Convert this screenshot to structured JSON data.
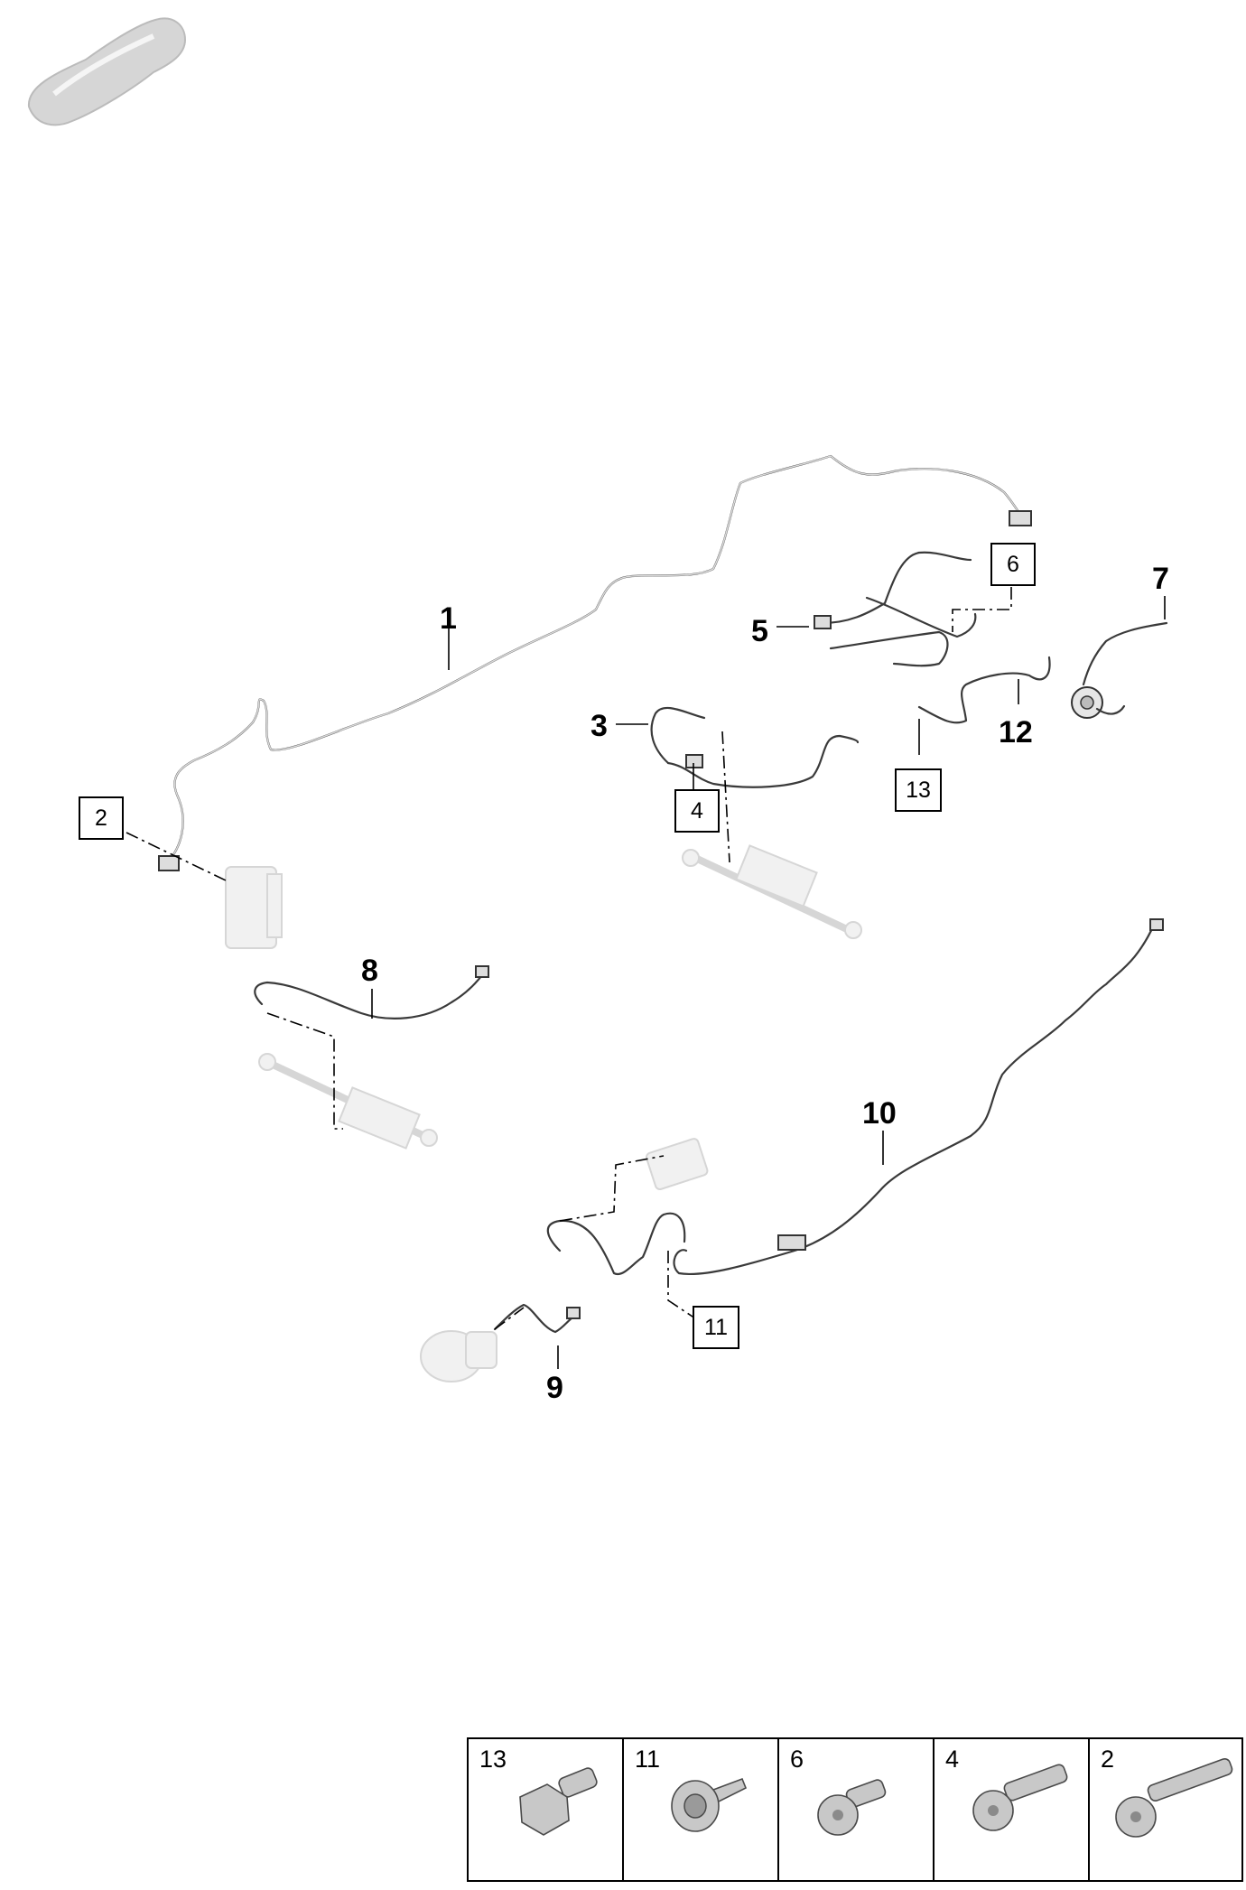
{
  "callouts": {
    "c1": "1",
    "c3": "3",
    "c5": "5",
    "c7": "7",
    "c8": "8",
    "c9": "9",
    "c10": "10",
    "c12": "12"
  },
  "boxed_callouts": {
    "b2": "2",
    "b4": "4",
    "b6": "6",
    "b11": "11",
    "b13": "13"
  },
  "fastener_table": [
    {
      "number": "13",
      "icon": "hex-flange-bolt-icon"
    },
    {
      "number": "11",
      "icon": "self-tapping-screw-with-washer-icon"
    },
    {
      "number": "6",
      "icon": "torx-bolt-short-icon"
    },
    {
      "number": "4",
      "icon": "torx-bolt-medium-icon"
    },
    {
      "number": "2",
      "icon": "torx-bolt-long-icon"
    }
  ],
  "colors": {
    "line": "#000000",
    "harness": "#3a3a3a",
    "ghost_part": "#f1f1f1",
    "car_icon": "#d4d4d4"
  }
}
